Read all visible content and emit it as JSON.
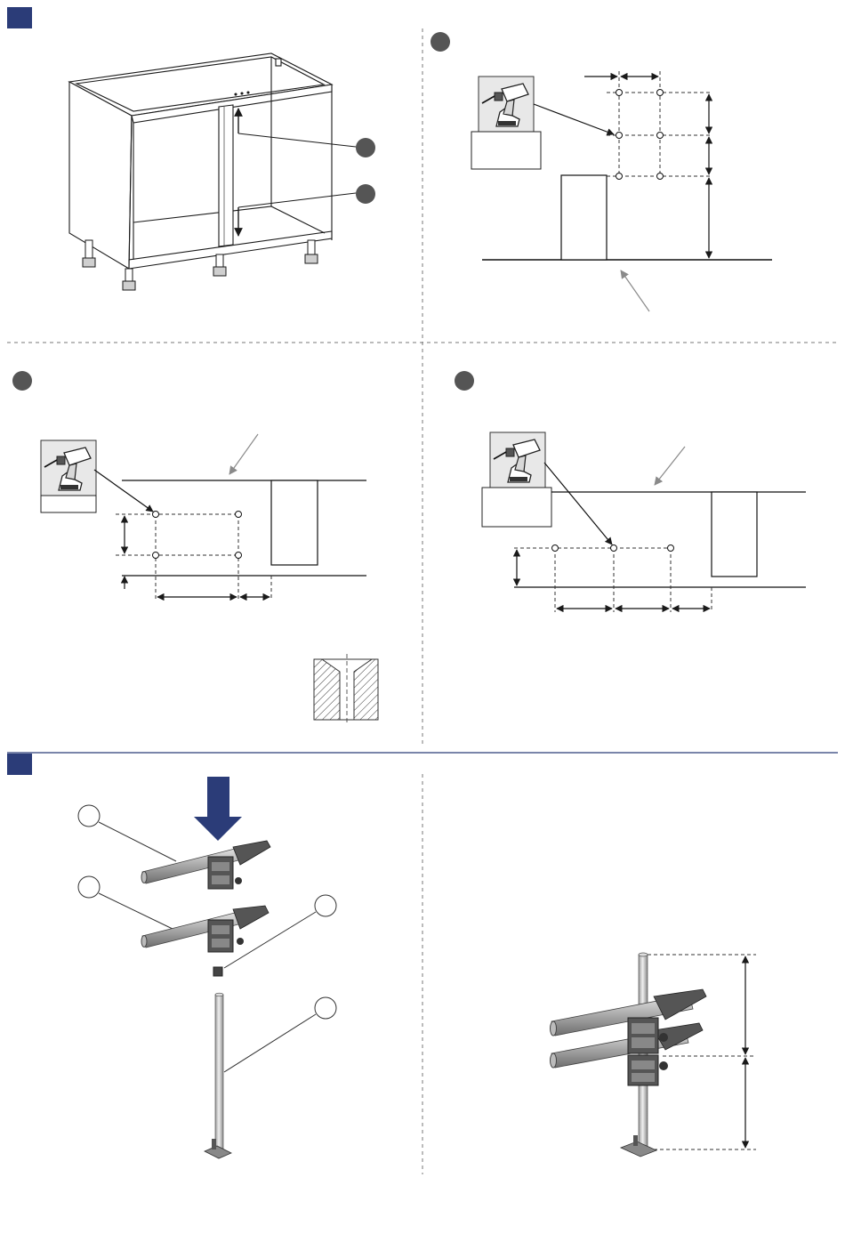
{
  "page": {
    "accent_color": "#2b3c78",
    "step_marker_color": "#555555",
    "line_color": "#1a1a1a",
    "guide_color": "#777777"
  },
  "sections": [
    {
      "id": "section-top",
      "panels": [
        "cabinet-overview",
        "drill-pattern-vertical",
        "drill-pattern-edge-a",
        "drill-pattern-edge-b"
      ]
    },
    {
      "id": "section-bottom",
      "panels": [
        "parts-exploded",
        "assembled-support"
      ]
    }
  ],
  "icons": {
    "drill": "drill-icon",
    "step_marker": "step-circle",
    "callout": "callout-circle",
    "insert_arrow": "down-arrow-icon"
  }
}
